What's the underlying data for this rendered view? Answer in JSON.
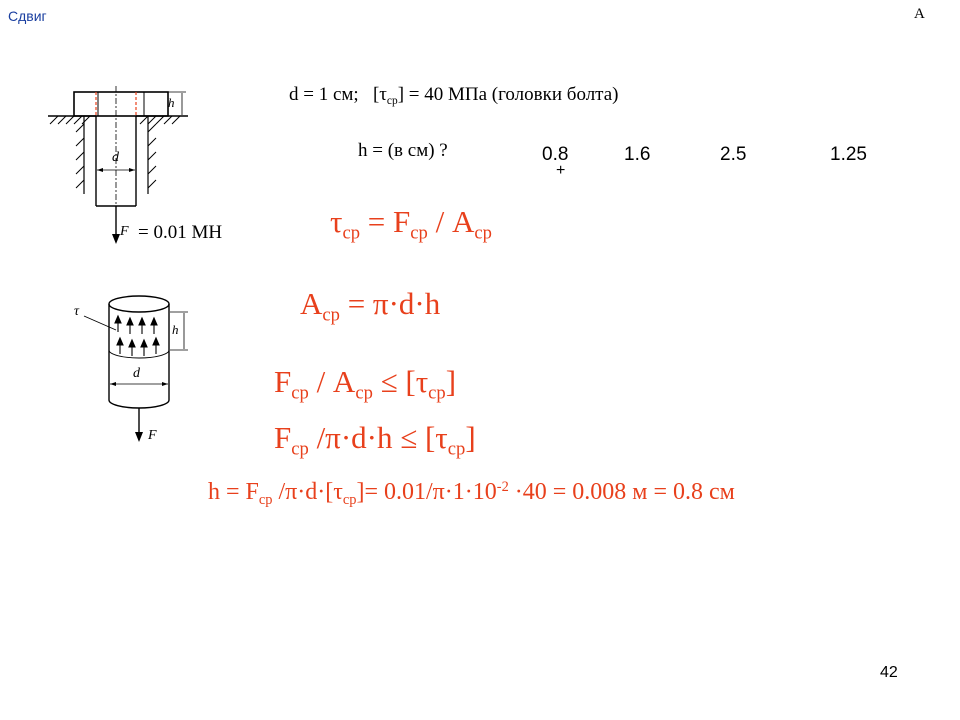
{
  "header": {
    "title": "Сдвиг",
    "corner": "А"
  },
  "given": {
    "d": "d = 1 см;",
    "tau_open": "[τ",
    "tau_sub": "ср",
    "tau_close": "] = 40 МПа (головки болта)"
  },
  "question": {
    "label": "h = (в см) ?",
    "options": [
      "0.8",
      "1.6",
      "2.5",
      "1.25"
    ],
    "correct_mark": "+"
  },
  "force_value": "= 0.01 МН",
  "diagram": {
    "bolt_h": "h",
    "bolt_d": "d",
    "bolt_F": "F",
    "cyl_tau": "τ",
    "cyl_h": "h",
    "cyl_d": "d",
    "cyl_F": "F"
  },
  "formulas": {
    "f1": {
      "a": "τ",
      "a_sub": "ср",
      "b": " = F",
      "b_sub": "ср",
      "c": " / A",
      "c_sub": "ср"
    },
    "f2": {
      "a": "A",
      "a_sub": "ср",
      "b": " = π·d·h"
    },
    "f3": {
      "a": "F",
      "a_sub": "ср",
      "b": " / A",
      "b_sub": "ср",
      "c": " ≤ [τ",
      "c_sub": "ср",
      "d": "]"
    },
    "f4": {
      "a": "F",
      "a_sub": "ср",
      "b": " /π·d·h ≤ [τ",
      "b_sub": "ср",
      "c": "]"
    },
    "f5": {
      "a": "h = F",
      "a_sub": "ср",
      "b": " /π·d·[τ",
      "b_sub": "ср",
      "c": "]= 0.01/π·1·10",
      "c_sup": "-2",
      "d": " ·40 = 0.008 м = 0.8 см"
    }
  },
  "page_number": "42",
  "colors": {
    "accent": "#e8401c",
    "title": "#1a3fa0"
  }
}
